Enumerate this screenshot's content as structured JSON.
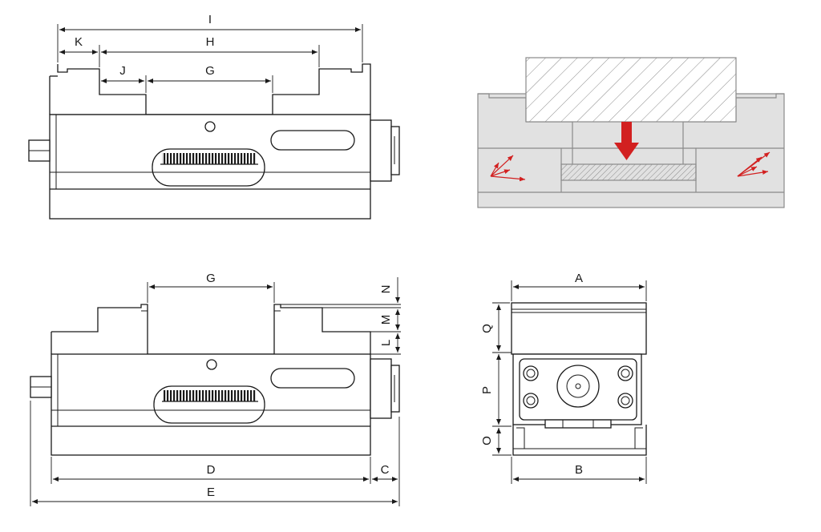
{
  "labels": {
    "I": "I",
    "K": "K",
    "H": "H",
    "J": "J",
    "G_top": "G",
    "G_bottom": "G",
    "N": "N",
    "M": "M",
    "L": "L",
    "D": "D",
    "C": "C",
    "E": "E",
    "A": "A",
    "B": "B",
    "Q": "Q",
    "P": "P",
    "O": "O"
  },
  "colors": {
    "line": "#1a1a1a",
    "schematic_fill": "#e1e1e1",
    "schematic_line": "#8a8a8a",
    "force_arrow": "#d22020"
  }
}
